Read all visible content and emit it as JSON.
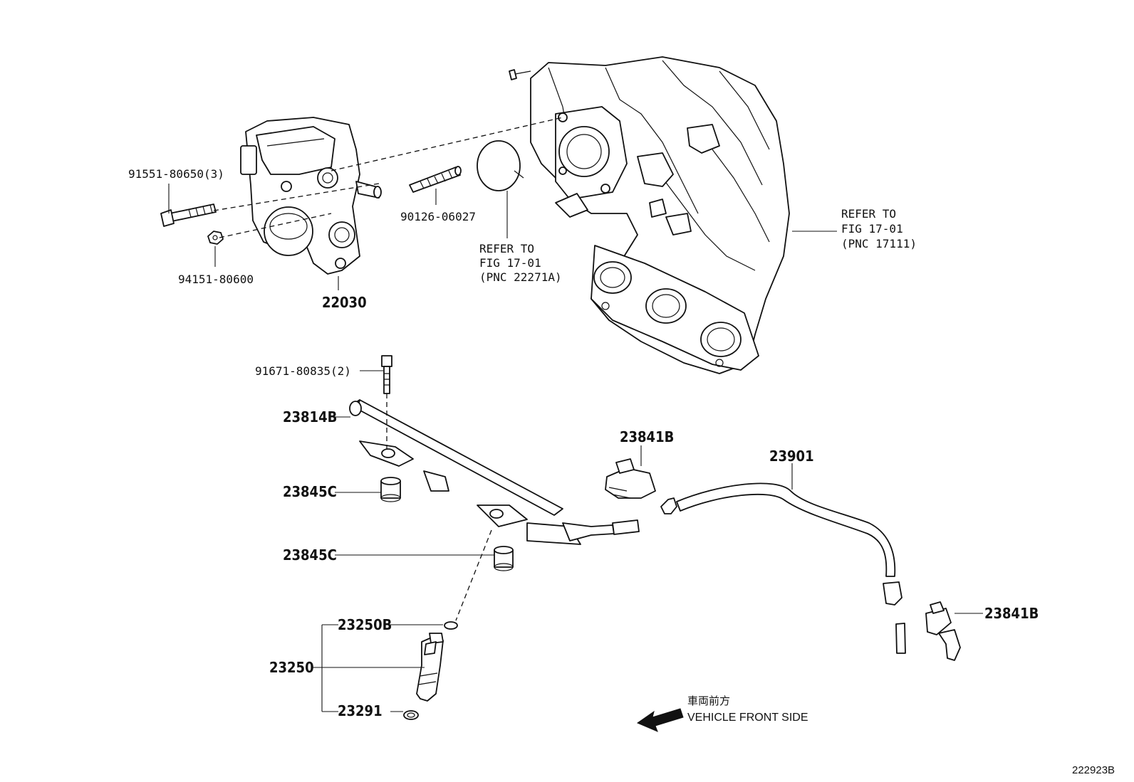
{
  "diagram": {
    "labels": {
      "p91551": "91551-80650(3)",
      "p94151": "94151-80600",
      "p22030": "22030",
      "p90126": "90126-06027",
      "refer_a_1": "REFER TO",
      "refer_a_2": "FIG 17-01",
      "refer_a_3": "(PNC 22271A)",
      "refer_b_1": "REFER TO",
      "refer_b_2": "FIG 17-01",
      "refer_b_3": "(PNC 17111)",
      "p91671": "91671-80835(2)",
      "p23814b": "23814B",
      "p23841b_top": "23841B",
      "p23901": "23901",
      "p23845c_1": "23845C",
      "p23845c_2": "23845C",
      "p23250b": "23250B",
      "p23250": "23250",
      "p23291": "23291",
      "p23841b_right": "23841B",
      "front_jp": "車両前方",
      "front_en": "VEHICLE FRONT SIDE",
      "figure_id": "222923B"
    },
    "colors": {
      "ink": "#111111",
      "paper": "#ffffff"
    },
    "icons": {
      "direction": "arrow-left-icon"
    }
  }
}
